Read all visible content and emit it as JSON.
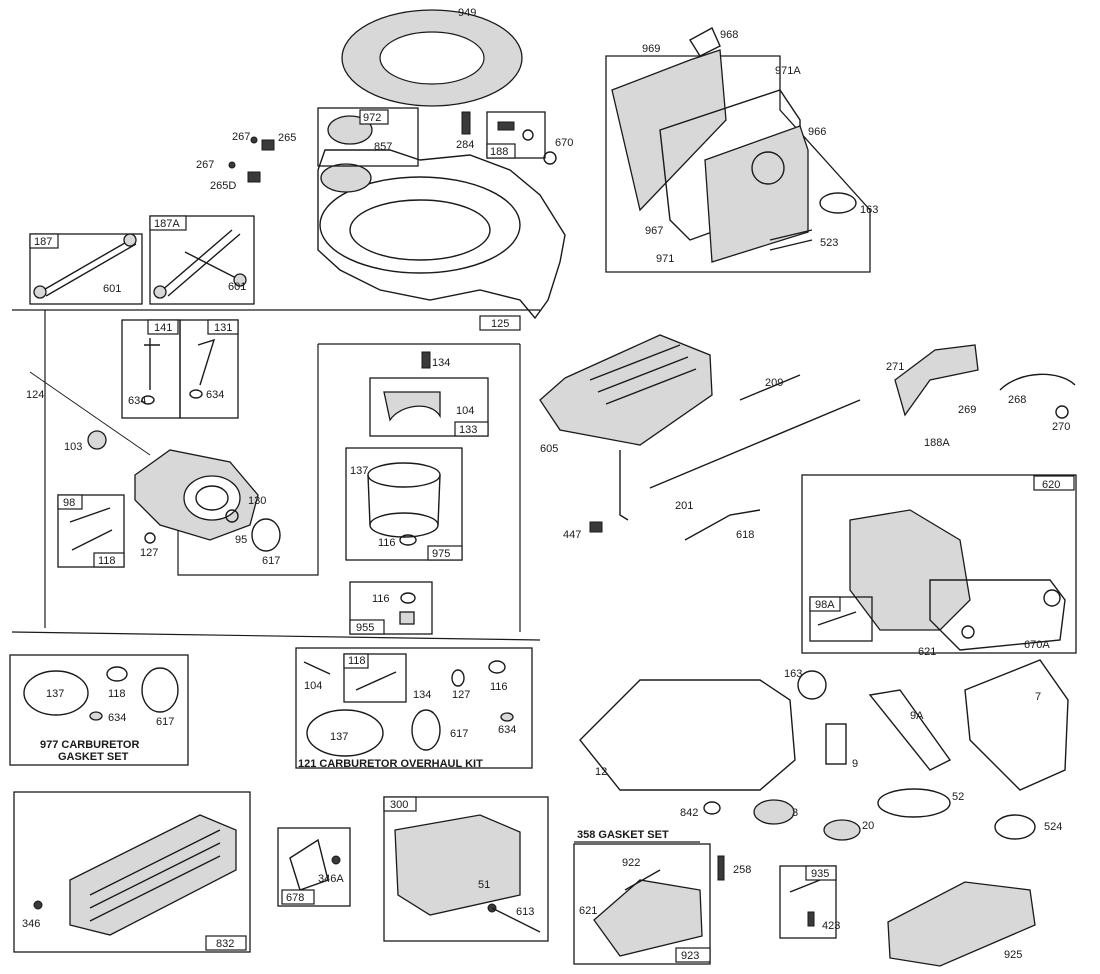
{
  "parts": {
    "p949": "949",
    "p972": "972",
    "p857": "857",
    "p284": "284",
    "p188": "188",
    "p670": "670",
    "p267a": "267",
    "p265": "265",
    "p267b": "267",
    "p265d": "265D",
    "p187": "187",
    "p187a": "187A",
    "p601a": "601",
    "p601b": "601",
    "p125": "125",
    "p969": "969",
    "p968": "968",
    "p971a": "971A",
    "p966": "966",
    "p163a": "163",
    "p967": "967",
    "p523": "523",
    "p971": "971",
    "p141": "141",
    "p131": "131",
    "p634a": "634",
    "p634b": "634",
    "p124": "124",
    "p103": "103",
    "p98": "98",
    "p118a": "118",
    "p127a": "127",
    "p130": "130",
    "p95": "95",
    "p617a": "617",
    "p134a": "134",
    "p104a": "104",
    "p133": "133",
    "p137a": "137",
    "p116a": "116",
    "p975": "975",
    "p116b": "116",
    "p955": "955",
    "p605": "605",
    "p209": "209",
    "p271": "271",
    "p269": "269",
    "p268": "268",
    "p270": "270",
    "p188a": "188A",
    "p620": "620",
    "p201": "201",
    "p447": "447",
    "p618": "618",
    "p98a": "98A",
    "p621a": "621",
    "p670a": "670A",
    "p137b": "137",
    "p118b": "118",
    "p634c": "634",
    "p617b": "617",
    "p104b": "104",
    "p118c": "118",
    "p134b": "134",
    "p127b": "127",
    "p116c": "116",
    "p137c": "137",
    "p617c": "617",
    "p634d": "634",
    "p163b": "163",
    "p12": "12",
    "p9": "9",
    "p9a": "9A",
    "p7": "7",
    "p52": "52",
    "p842": "842",
    "p3": "3",
    "p20": "20",
    "p524": "524",
    "p346": "346",
    "p832": "832",
    "p678": "678",
    "p346a": "346A",
    "p300": "300",
    "p51": "51",
    "p613": "613",
    "p258": "258",
    "p922": "922",
    "p621b": "621",
    "p923": "923",
    "p935": "935",
    "p423": "423",
    "p925": "925"
  },
  "kits": {
    "gasket_set_977_line1": "977 CARBURETOR",
    "gasket_set_977_line2": "GASKET SET",
    "overhaul_kit_121": "121 CARBURETOR OVERHAUL KIT",
    "gasket_set_358": "358 GASKET SET"
  }
}
